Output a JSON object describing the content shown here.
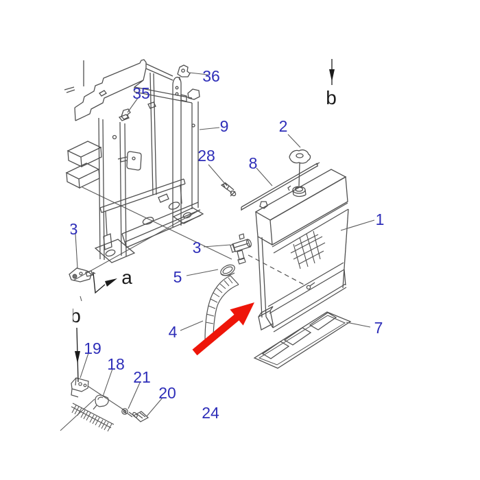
{
  "diagram": {
    "background": "#ffffff",
    "colors": {
      "callout_blue": "#2d2db8",
      "line_gray": "#4f4f4f",
      "leader_gray": "#5a5a5a",
      "marker_black": "#1b1b1b",
      "arrow_red": "#ee1509"
    },
    "callouts": [
      {
        "label": "1"
      },
      {
        "label": "2"
      },
      {
        "label": "3"
      },
      {
        "label": "4"
      },
      {
        "label": "5"
      },
      {
        "label": "7"
      },
      {
        "label": "8"
      },
      {
        "label": "9"
      },
      {
        "label": "18"
      },
      {
        "label": "19"
      },
      {
        "label": "20"
      },
      {
        "label": "21"
      },
      {
        "label": "24"
      },
      {
        "label": "28"
      },
      {
        "label": "35"
      },
      {
        "label": "36"
      },
      {
        "label": "3"
      }
    ],
    "view_markers": [
      {
        "label": "b"
      },
      {
        "label": "a"
      },
      {
        "label": "b"
      }
    ]
  }
}
